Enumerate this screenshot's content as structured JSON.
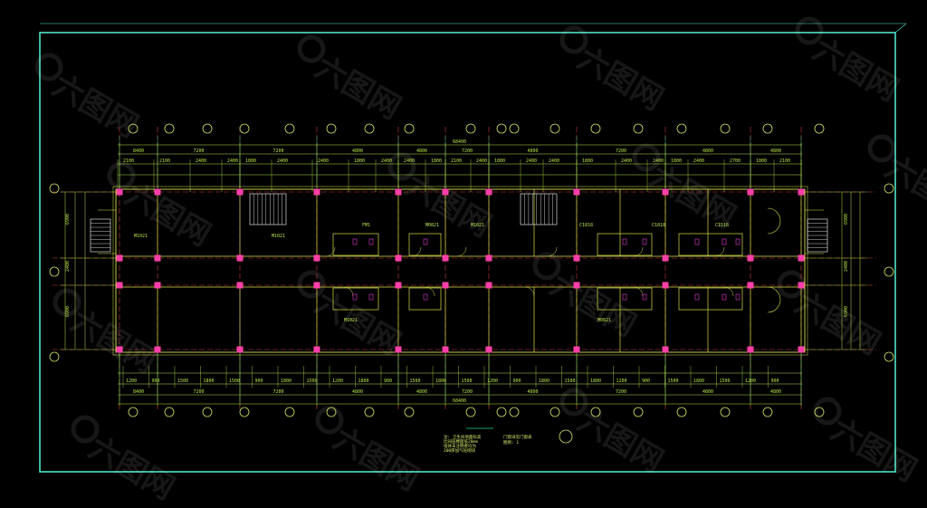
{
  "drawing": {
    "colors": {
      "background": "#000000",
      "frame": "#4fe3c9",
      "grid_line": "#1fd6a0",
      "axis_line": "#d23b3b",
      "wall": "#d8e04a",
      "dimension": "#b7e34a",
      "column": "#ff3fa8",
      "fixture": "#e33bd8",
      "stair": "#ffffff",
      "axis_bubble": "#cfe66a"
    },
    "top_dimensions": {
      "overall": "68400",
      "segments": [
        "8400",
        "7200",
        "7200",
        "4800",
        "4800",
        "7200",
        "4800",
        "7200",
        "4800",
        "4800"
      ],
      "details": [
        "2100",
        "2100",
        "2400",
        "2400",
        "1800",
        "2400",
        "2400",
        "1800",
        "2400",
        "2400",
        "1800",
        "2100",
        "2400",
        "1800",
        "2400",
        "2400",
        "1800",
        "2400",
        "2400",
        "1800",
        "2400",
        "2700",
        "1800",
        "2100"
      ]
    },
    "bottom_dimensions": {
      "overall": "68400",
      "segments": [
        "8400",
        "7200",
        "7200",
        "4800",
        "4800",
        "7200",
        "4800",
        "7200",
        "4800",
        "4800"
      ],
      "details": [
        "1200",
        "900",
        "1500",
        "1800",
        "1500",
        "900",
        "1800",
        "1500",
        "1200",
        "1800",
        "900",
        "1500",
        "1800",
        "1500",
        "1200",
        "900",
        "1800",
        "1500",
        "1800",
        "1200",
        "900",
        "1500",
        "1800",
        "1500",
        "1200",
        "900"
      ]
    },
    "left_dimensions": [
      "6900",
      "2400",
      "6900"
    ],
    "right_dimensions": [
      "6900",
      "2400",
      "6900"
    ],
    "room_labels": [
      "M1021",
      "M1021",
      "FM1",
      "M0821",
      "M1021",
      "C1818",
      "C1818",
      "C1518",
      "M1021",
      "M0821"
    ],
    "notes": {
      "block1": [
        "注: 卫生间地面标高",
        "比同层楼面低20mm",
        "墙体未注明者均为",
        "200厚加气砼砌块"
      ],
      "block2": [
        "门窗详见门窗表",
        "图例: 1"
      ]
    },
    "watermark": "六图网"
  }
}
